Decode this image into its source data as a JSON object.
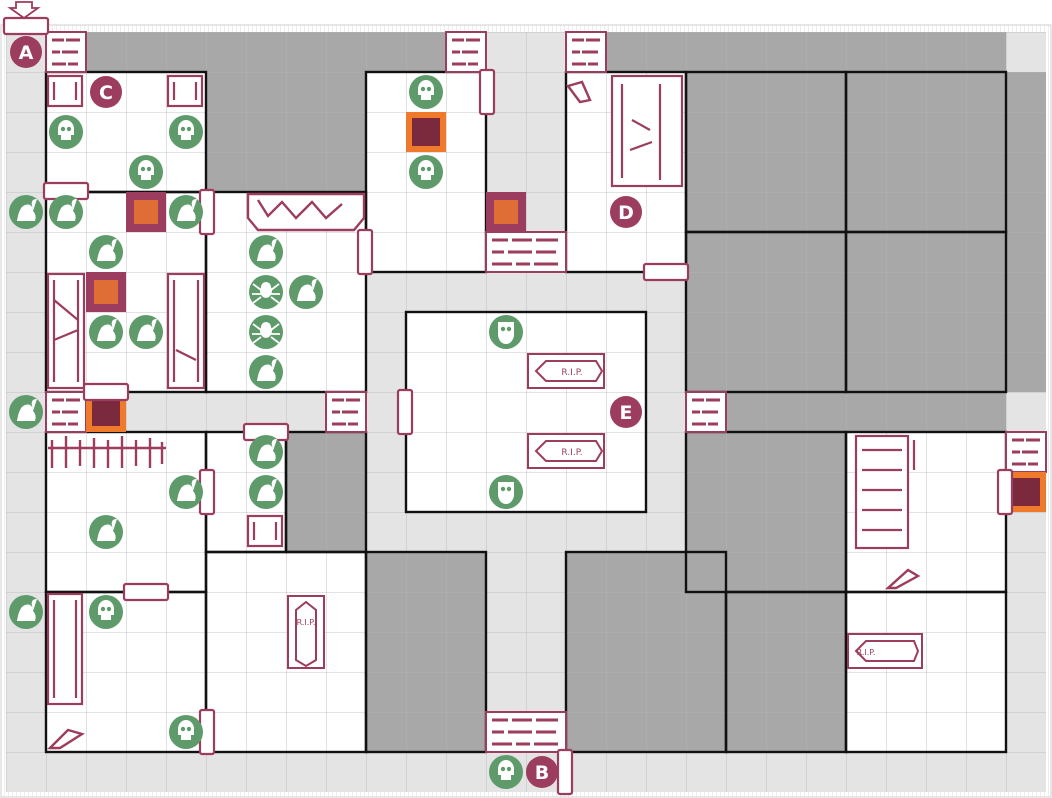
{
  "quest": {
    "labels": {
      "a": "A",
      "b": "B",
      "c": "C",
      "d": "D",
      "e": "E"
    },
    "coffin_text": "R.I.P.",
    "colors": {
      "corridor": "#e4e4e4",
      "room_floor": "#ffffff",
      "solid_rock": "#a8a8a8",
      "monster": "#5e9a6a",
      "furniture": "#9c3c5e",
      "trap_orange": "#ef7a2c",
      "wall": "#111111"
    },
    "monsters": [
      {
        "type": "rat",
        "col": 0,
        "row": 4
      },
      {
        "type": "rat",
        "col": 1,
        "row": 4
      },
      {
        "type": "rat",
        "col": 4,
        "row": 4
      },
      {
        "type": "rat",
        "col": 2,
        "row": 5
      },
      {
        "type": "rat",
        "col": 6,
        "row": 5
      },
      {
        "type": "rat",
        "col": 7,
        "row": 6
      },
      {
        "type": "rat",
        "col": 2,
        "row": 7
      },
      {
        "type": "rat",
        "col": 3,
        "row": 7
      },
      {
        "type": "rat",
        "col": 6,
        "row": 8
      },
      {
        "type": "rat",
        "col": 0,
        "row": 9
      },
      {
        "type": "rat",
        "col": 6,
        "row": 10
      },
      {
        "type": "rat",
        "col": 4,
        "row": 11
      },
      {
        "type": "rat",
        "col": 6,
        "row": 11
      },
      {
        "type": "rat",
        "col": 2,
        "row": 12
      },
      {
        "type": "rat",
        "col": 0,
        "row": 14
      },
      {
        "type": "skeleton",
        "col": 1,
        "row": 2
      },
      {
        "type": "skeleton",
        "col": 4,
        "row": 2
      },
      {
        "type": "skeleton",
        "col": 3,
        "row": 3
      },
      {
        "type": "skeleton",
        "col": 10,
        "row": 1
      },
      {
        "type": "skeleton",
        "col": 10,
        "row": 3
      },
      {
        "type": "skeleton",
        "col": 2,
        "row": 14
      },
      {
        "type": "skeleton",
        "col": 4,
        "row": 17
      },
      {
        "type": "skeleton",
        "col": 12,
        "row": 18
      },
      {
        "type": "spider",
        "col": 6,
        "row": 6
      },
      {
        "type": "spider",
        "col": 6,
        "row": 7
      },
      {
        "type": "zombie",
        "col": 12,
        "row": 7
      },
      {
        "type": "zombie",
        "col": 12,
        "row": 11
      }
    ]
  }
}
